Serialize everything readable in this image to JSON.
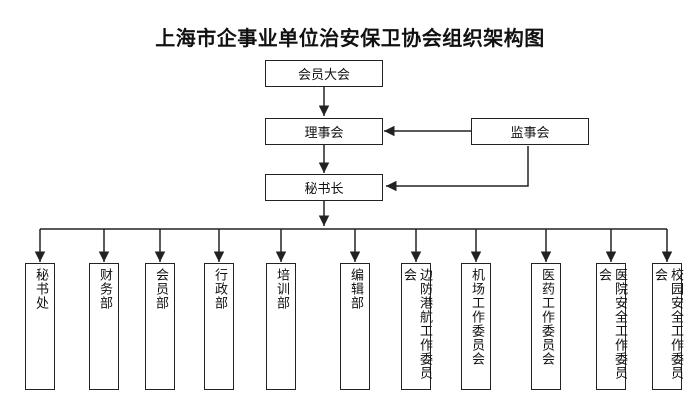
{
  "title": "上海市企事业单位治安保卫协会组织架构图",
  "nodes": {
    "general_assembly": "会员大会",
    "council": "理事会",
    "supervisory_board": "监事会",
    "secretary_general": "秘书长"
  },
  "departments": [
    "秘书处",
    "财务部",
    "会员部",
    "行政部",
    "培训部",
    "编辑部",
    "边防港航工作委员会",
    "机场工作委员会",
    "医药工作委员会",
    "医院安全工作委员会",
    "校园安全工作委员会"
  ]
}
